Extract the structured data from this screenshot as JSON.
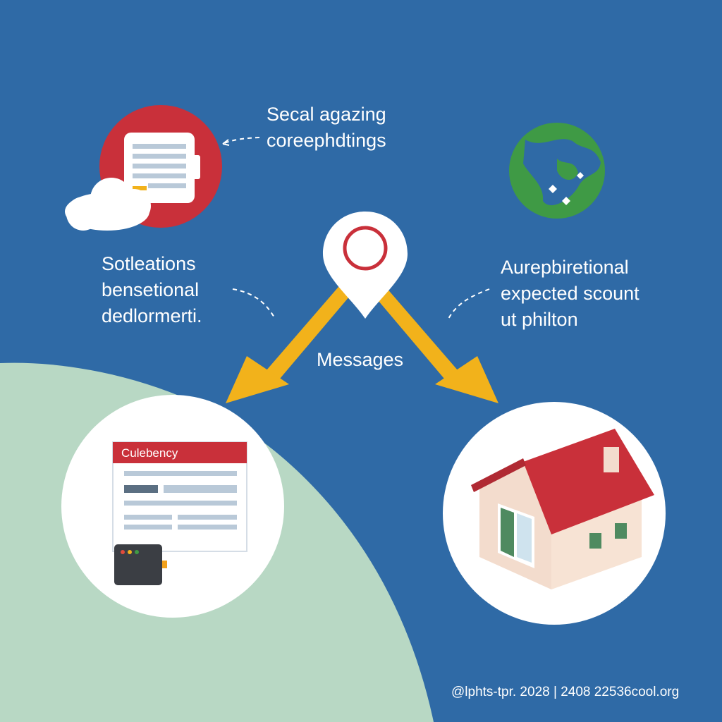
{
  "labels": {
    "top": [
      "Secal agazing",
      "coreephdtings"
    ],
    "left": [
      "Sotleations",
      "bensetional",
      "dedlormerti."
    ],
    "right": [
      "Aurepbiretional",
      "expected scount",
      "ut philton"
    ],
    "center": "Messages"
  },
  "card": {
    "title": "Culebency"
  },
  "footer": {
    "credit": "@lphts-tpr. 2028 | 2408 22536cool.org"
  },
  "colors": {
    "background": "#2f6aa6",
    "land": "#b8d8c4",
    "accent_red": "#c9303a",
    "arrow_yellow": "#f2b21b",
    "globe_green": "#3f9a45",
    "white": "#ffffff"
  },
  "icons": {
    "top_left": "cloud-document-icon",
    "top_right": "globe-icon",
    "center": "location-pin-icon",
    "bottom_left": "web-form-icon",
    "bottom_right": "house-icon"
  }
}
